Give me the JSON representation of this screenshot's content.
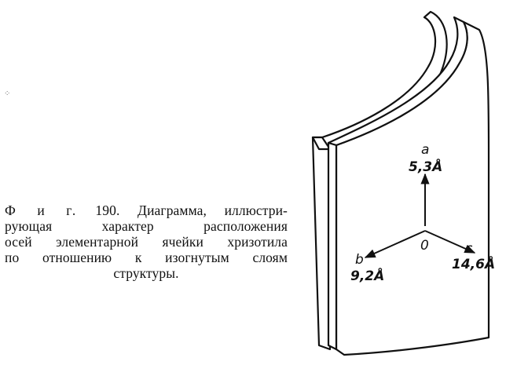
{
  "caption": {
    "prefix": "Ф и г.",
    "number": "190.",
    "line1_rest": "Диаграмма, иллюстри-",
    "line2": "рующая характер расположения",
    "line3": "осей элементарной ячейки хризотила",
    "line4": "по отношению к изогнутым слоям",
    "line5": "структуры."
  },
  "figure": {
    "origin_label": "0",
    "axes": [
      {
        "name": "a",
        "value": "5,3Å"
      },
      {
        "name": "b",
        "value": "9,2Å"
      },
      {
        "name": "c",
        "value": "14,6Å"
      }
    ]
  }
}
